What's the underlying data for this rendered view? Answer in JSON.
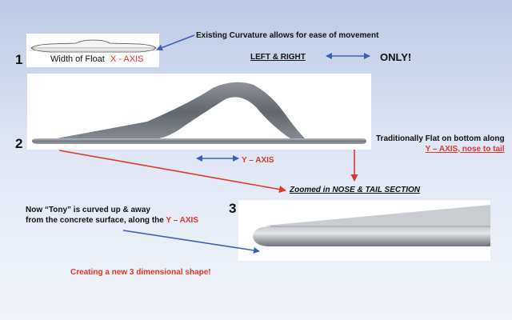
{
  "labels": {
    "num1": "1",
    "num2": "2",
    "num3": "3",
    "width_of_float": "Width of Float",
    "x_axis": "X - AXIS",
    "existing_curvature": "Existing Curvature allows for ease of movement",
    "left_right": "LEFT & RIGHT",
    "only": "ONLY!",
    "trad_flat_line1": "Traditionally Flat on bottom along",
    "trad_flat_line2": "Y – AXIS, nose to tail",
    "y_axis": "Y – AXIS",
    "zoomed_in": "Zoomed in NOSE & TAIL SECTION",
    "tony_line1": "Now “Tony” is curved up & away",
    "tony_line2_prefix": "from the concrete surface, along the ",
    "tony_line2_axis": "Y – AXIS",
    "creating": "Creating a new 3 dimensional shape!"
  },
  "colors": {
    "arrow_blue": "#3a5fb8",
    "arrow_red": "#e0372b",
    "float_dark": "#5b5f66",
    "float_light": "#a7abb2"
  }
}
